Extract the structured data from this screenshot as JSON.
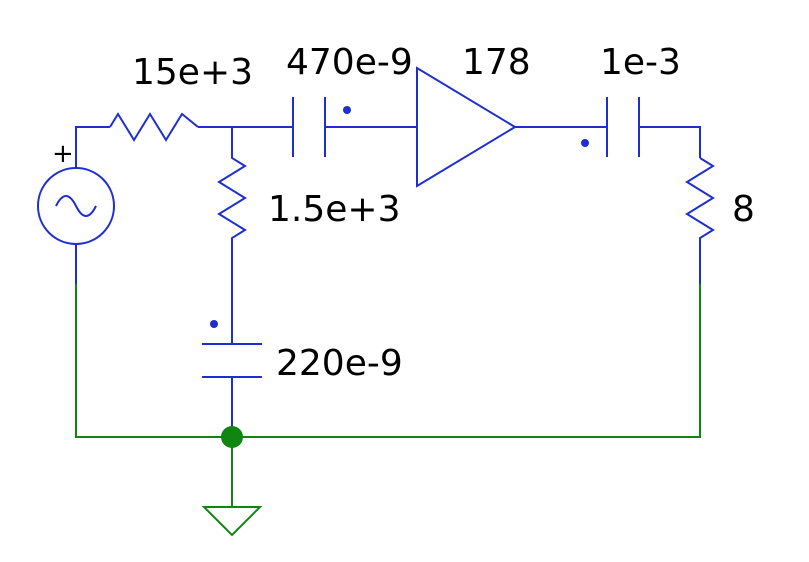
{
  "colors": {
    "wire": "#1f2ed1",
    "ground_net": "#118511",
    "label": "#000000",
    "background": "#ffffff"
  },
  "components": {
    "source": {
      "polarity": "+"
    },
    "r_series": {
      "value": "15e+3"
    },
    "r_shunt": {
      "value": "1.5e+3"
    },
    "c_coupling_in": {
      "value": "470e-9"
    },
    "c_shunt": {
      "value": "220e-9"
    },
    "amplifier": {
      "gain": "178"
    },
    "c_coupling_out": {
      "value": "1e-3"
    },
    "r_load": {
      "value": "8"
    }
  },
  "icons": {
    "source": "ac-voltage-source-icon",
    "resistor": "resistor-zigzag-icon",
    "capacitor": "capacitor-icon",
    "amplifier": "amplifier-triangle-icon",
    "ground": "ground-icon"
  }
}
